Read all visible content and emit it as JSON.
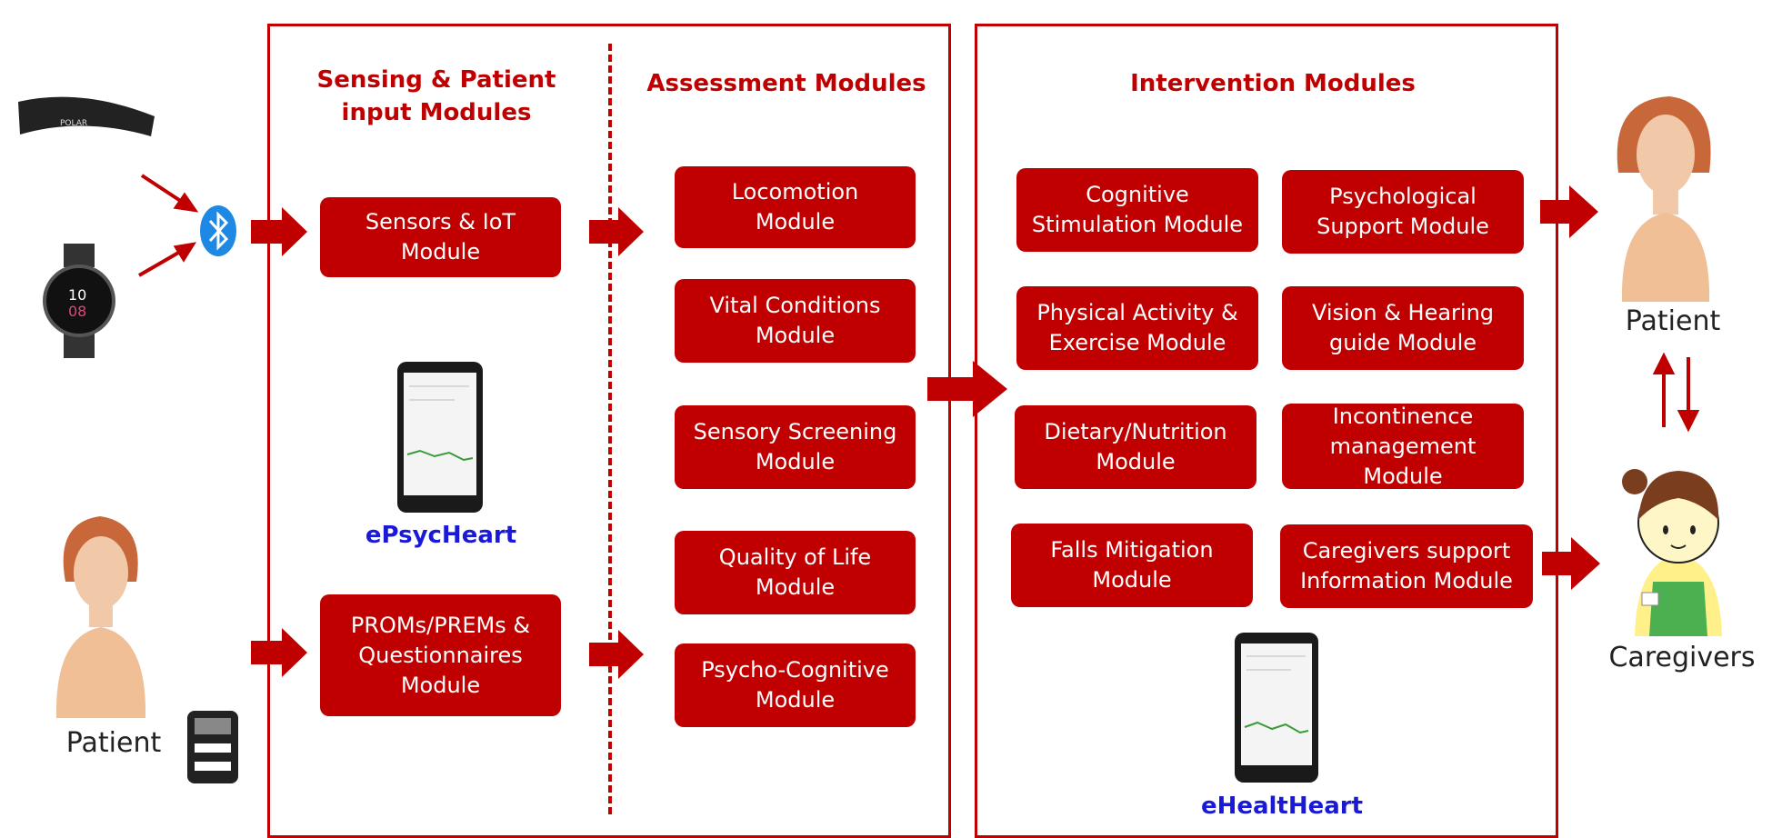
{
  "colors": {
    "accent": "#c00000",
    "blue_label": "#1a1ad6"
  },
  "sensing": {
    "title": "Sensing & Patient\ninput Modules",
    "modules": [
      "Sensors & IoT\nModule",
      "PROMs/PREMs &\nQuestionnaires\nModule"
    ],
    "app_label": "ePsycHeart"
  },
  "assessment": {
    "title": "Assessment Modules",
    "modules": [
      "Locomotion\nModule",
      "Vital Conditions\nModule",
      "Sensory Screening\nModule",
      "Quality of Life\nModule",
      "Psycho-Cognitive\nModule"
    ]
  },
  "intervention": {
    "title": "Intervention Modules",
    "modules": [
      "Cognitive\nStimulation Module",
      "Psychological\nSupport Module",
      "Physical Activity &\nExercise Module",
      "Vision & Hearing\nguide Module",
      "Dietary/Nutrition\nModule",
      "Incontinence\nmanagement\nModule",
      "Falls Mitigation\nModule",
      "Caregivers support\nInformation Module"
    ],
    "app_label": "eHealtHeart"
  },
  "left": {
    "patient_label": "Patient",
    "icons": [
      "chest-strap-icon",
      "smartwatch-icon",
      "bluetooth-icon",
      "patient-icon",
      "grip-dynamometer-icon"
    ]
  },
  "right": {
    "patient_label": "Patient",
    "caregivers_label": "Caregivers",
    "icons": [
      "patient-icon",
      "caregiver-icon"
    ]
  }
}
